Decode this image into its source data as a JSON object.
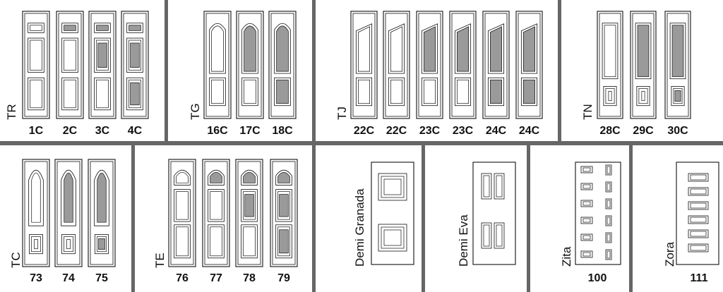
{
  "sections": [
    {
      "code": "TR",
      "doors": [
        {
          "caption": "1C",
          "panels": [
            "sq",
            "tall",
            "tall"
          ]
        },
        {
          "caption": "2C",
          "panels": [
            "sq-g",
            "tall",
            "tall"
          ]
        },
        {
          "caption": "3C",
          "panels": [
            "sq-g",
            "tall-g",
            "tall"
          ]
        },
        {
          "caption": "4C",
          "panels": [
            "sq-g",
            "tall-g",
            "tall-g"
          ]
        }
      ]
    },
    {
      "code": "TG",
      "doors": [
        {
          "caption": "16C",
          "panels": [
            "arch-tall",
            "mid"
          ]
        },
        {
          "caption": "17C",
          "panels": [
            "arch-tall-g",
            "mid"
          ]
        },
        {
          "caption": "18C",
          "panels": [
            "arch-tall-g",
            "mid-g"
          ]
        }
      ]
    },
    {
      "code": "TJ",
      "doors": [
        {
          "caption": "22C",
          "panels": [
            "slant-tall",
            "mid"
          ]
        },
        {
          "caption": "22C",
          "panels": [
            "slant-tall",
            "mid"
          ]
        },
        {
          "caption": "23C",
          "panels": [
            "slant-tall-g",
            "mid"
          ]
        },
        {
          "caption": "23C",
          "panels": [
            "slant-tall-g",
            "mid"
          ]
        },
        {
          "caption": "24C",
          "panels": [
            "slant-tall-g",
            "mid-g"
          ]
        },
        {
          "caption": "24C",
          "panels": [
            "slant-tall-g",
            "mid-g"
          ]
        }
      ]
    },
    {
      "code": "TN",
      "doors": [
        {
          "caption": "28C",
          "panels": [
            "long",
            "small"
          ]
        },
        {
          "caption": "29C",
          "panels": [
            "long-g",
            "small"
          ]
        },
        {
          "caption": "30C",
          "panels": [
            "long-g",
            "small-g"
          ]
        }
      ]
    },
    {
      "code": "TC",
      "doors": [
        {
          "caption": "73",
          "panels": [
            "oval-tall",
            "small"
          ]
        },
        {
          "caption": "74",
          "panels": [
            "oval-tall-g",
            "small"
          ]
        },
        {
          "caption": "75",
          "panels": [
            "oval-tall-g",
            "small-g"
          ]
        }
      ]
    },
    {
      "code": "TE",
      "doors": [
        {
          "caption": "76",
          "panels": [
            "arch-top",
            "mid2",
            "mid2"
          ]
        },
        {
          "caption": "77",
          "panels": [
            "arch-top-g",
            "mid2",
            "mid2"
          ]
        },
        {
          "caption": "78",
          "panels": [
            "arch-top-g",
            "mid2-g",
            "mid2"
          ]
        },
        {
          "caption": "79",
          "panels": [
            "arch-top-g",
            "mid2-g",
            "mid2-g"
          ]
        }
      ]
    },
    {
      "code": "Demi Granada",
      "caption": ""
    },
    {
      "code": "Demi Eva",
      "caption": ""
    },
    {
      "code": "Zita",
      "caption": "100"
    },
    {
      "code": "Zora",
      "caption": "111"
    }
  ],
  "colors": {
    "line": "#111111",
    "glass": "#9a9a9a",
    "separator": "#666666",
    "background": "#ffffff"
  }
}
